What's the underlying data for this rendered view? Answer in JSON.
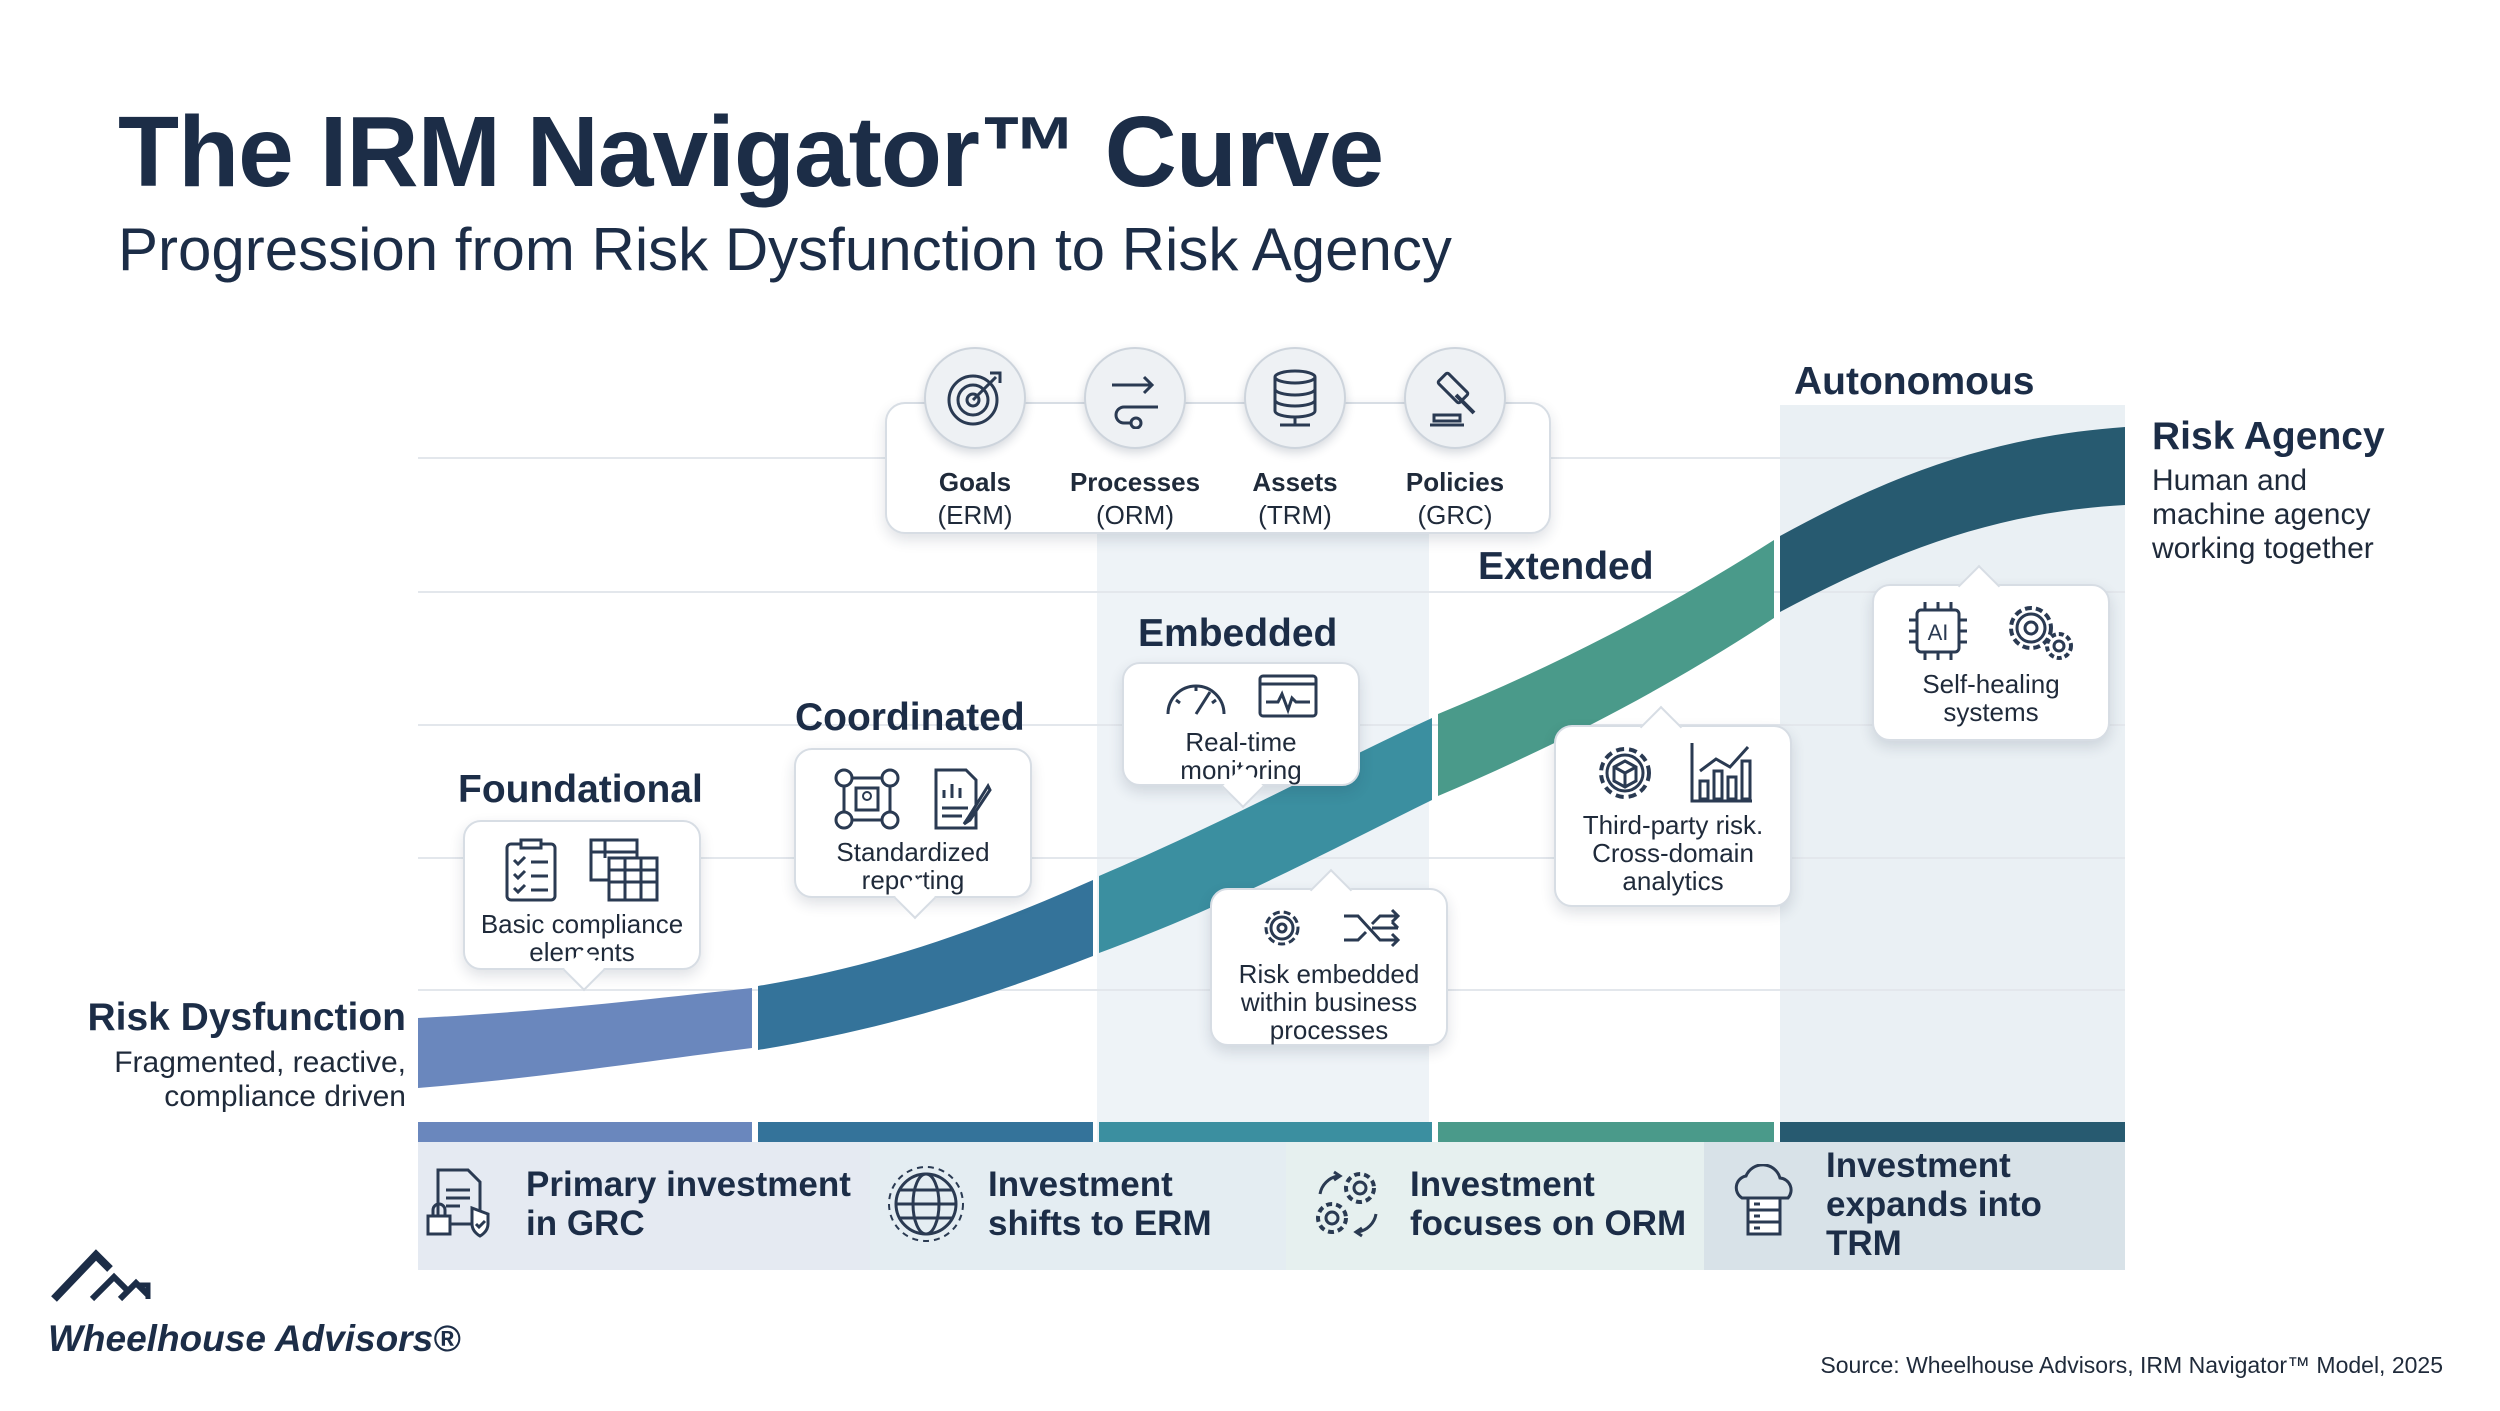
{
  "title": "The IRM Navigator™ Curve",
  "subtitle": "Progression from Risk Dysfunction to Risk Agency",
  "colors": {
    "segment_1": "#6a87bd",
    "segment_2": "#34739a",
    "segment_3": "#3b8fa0",
    "segment_4": "#4a9a8a",
    "segment_5": "#275a70",
    "title": "#1c2d47"
  },
  "pillars": [
    {
      "name": "Goals",
      "sub": "(ERM)",
      "icon": "target-icon"
    },
    {
      "name": "Processes",
      "sub": "(ORM)",
      "icon": "process-arrows-icon"
    },
    {
      "name": "Assets",
      "sub": "(TRM)",
      "icon": "database-icon"
    },
    {
      "name": "Policies",
      "sub": "(GRC)",
      "icon": "gavel-icon"
    }
  ],
  "stages": [
    {
      "label": "Foundational"
    },
    {
      "label": "Coordinated"
    },
    {
      "label": "Embedded"
    },
    {
      "label": "Extended"
    },
    {
      "label": "Autonomous"
    }
  ],
  "cards": {
    "foundational": "Basic compliance\nelements",
    "coordinated": "Standardized\nreporting",
    "embedded_top": "Real-time\nmonitoring",
    "embedded_bottom": "Risk embedded\nwithin business\nprocesses",
    "extended": "Third-party risk.\nCross-domain\nanalytics",
    "autonomous": "Self-healing\nsystems"
  },
  "start": {
    "title": "Risk Dysfunction",
    "desc": "Fragmented, reactive,\ncompliance driven"
  },
  "end": {
    "title": "Risk Agency",
    "desc": "Human and\nmachine agency\nworking together"
  },
  "investments": [
    {
      "text": "Primary investment\nin GRC",
      "icon": "document-lock-icon"
    },
    {
      "text": "Investment\nshifts to ERM",
      "icon": "globe-icon"
    },
    {
      "text": "Investment\nfocuses on ORM",
      "icon": "gears-cycle-icon"
    },
    {
      "text": "Investment\nexpands into TRM",
      "icon": "cloud-server-icon"
    }
  ],
  "logo": {
    "text": "Wheelhouse Advisors®"
  },
  "source": "Source: Wheelhouse Advisors, IRM Navigator™ Model, 2025",
  "ai_chip_label": "AI"
}
